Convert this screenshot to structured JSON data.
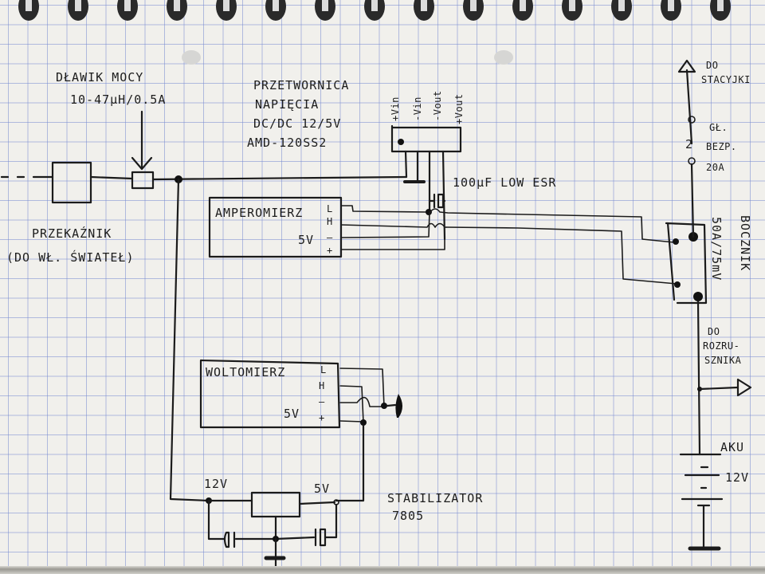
{
  "diagram": {
    "type": "hand-drawn circuit schematic on spiral notebook grid paper",
    "paper": {
      "grid_color": "#8a9ad8",
      "paper_color": "#f1f0ec",
      "ink_color": "#1b1b1b"
    },
    "components": {
      "choke": {
        "title": "DŁAWIK MOCY",
        "rating": "10-47µH/0.5A"
      },
      "relay": {
        "title": "PRZEKAŹNIK",
        "note": "(DO WŁ. ŚWIATEŁ)"
      },
      "converter": {
        "title_line1": "PRZETWORNICA",
        "title_line2": "NAPIĘCIA",
        "title_line3": "DC/DC 12/5V",
        "part": "AMD-120SS2",
        "pins": [
          "+Vin",
          "-Vin",
          "-Vout",
          "+Vout"
        ]
      },
      "capacitor": {
        "label": "100µF LOW ESR"
      },
      "ammeter": {
        "title": "AMPEROMIERZ",
        "supply": "5V",
        "pins": [
          "L",
          "H",
          "–",
          "+"
        ]
      },
      "voltmeter": {
        "title": "WOLTOMIERZ",
        "supply": "5V",
        "pins": [
          "L",
          "H",
          "–",
          "+"
        ]
      },
      "regulator": {
        "title": "STABILIZATOR",
        "part": "7805",
        "in_label": "12V",
        "out_label": "5V"
      },
      "ignition": {
        "label_line1": "DO",
        "label_line2": "STACYJKI"
      },
      "main_fuse": {
        "line1": "GŁ.",
        "line2": "BEZP.",
        "line3": "20A"
      },
      "shunt": {
        "title": "BOCZNIK",
        "rating": "50A/75mV"
      },
      "starter": {
        "line1": "DO",
        "line2": "ROZRU-",
        "line3": "SZNIKA"
      },
      "battery": {
        "title": "AKU",
        "voltage": "12V"
      }
    }
  }
}
